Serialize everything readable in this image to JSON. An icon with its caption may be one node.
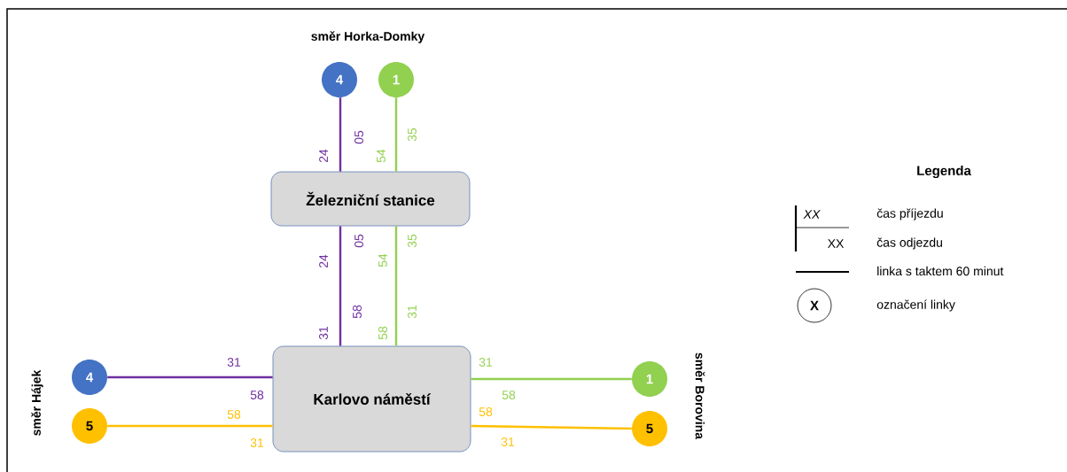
{
  "diagram": {
    "nodes": [
      {
        "text": [
          "Železniční stanice"
        ]
      },
      {
        "text": [
          "Karlovo náměstí"
        ]
      },
      {
        "text": [
          "4"
        ]
      },
      {
        "text": [
          "1"
        ]
      },
      {
        "text": [
          "4"
        ]
      },
      {
        "text": [
          "5"
        ]
      },
      {
        "text": [
          "1"
        ]
      },
      {
        "text": [
          "5"
        ]
      },
      {
        "text": [
          "X"
        ]
      }
    ],
    "edges": [
      {
        "from": 2,
        "to": 0,
        "arrow": "none",
        "color": "#7030a0"
      },
      {
        "from": 3,
        "to": 0,
        "arrow": "none",
        "color": "#92d050"
      },
      {
        "from": 0,
        "to": 1,
        "arrow": "none",
        "color": "#7030a0"
      },
      {
        "from": 0,
        "to": 1,
        "arrow": "none",
        "color": "#92d050"
      },
      {
        "from": 4,
        "to": 1,
        "arrow": "none",
        "color": "#7030a0"
      },
      {
        "from": 5,
        "to": 1,
        "arrow": "none",
        "color": "#ffc000"
      },
      {
        "from": 1,
        "to": 6,
        "arrow": "none",
        "color": "#92d050"
      },
      {
        "from": 1,
        "to": 7,
        "arrow": "none",
        "color": "#ffc000"
      }
    ],
    "labels": [
      "směr Horka-Domky",
      "24",
      "05",
      "54",
      "35",
      "24",
      "05",
      "54",
      "35",
      "31",
      "58",
      "58",
      "31",
      "směr Hájek",
      "31",
      "58",
      "58",
      "31",
      "31",
      "58",
      "58",
      "31",
      "směr Borovina",
      "Legenda",
      "XX",
      "XX"
    ],
    "legend": [
      {
        "text": "čas příjezdu"
      },
      {
        "text": "čas odjezdu"
      },
      {
        "text": "linka s taktem 60 minut"
      },
      {
        "text": "označení linky"
      }
    ]
  }
}
